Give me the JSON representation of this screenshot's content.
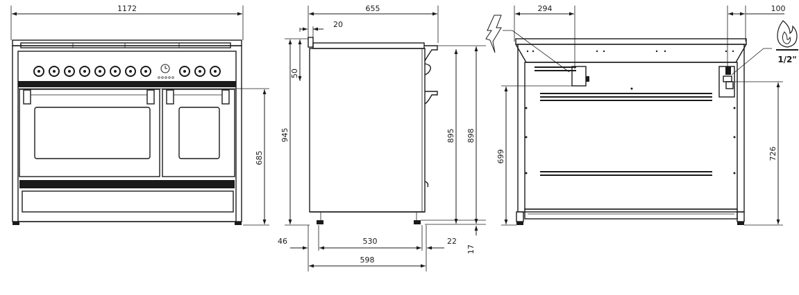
{
  "front_view": {
    "width_label": "1172",
    "door_height_label": "685"
  },
  "side_view": {
    "depth_label": "655",
    "top_offset_label": "20",
    "control_height_label": "50",
    "total_height_label": "945",
    "cooktop_height_label": "895",
    "max_height_label": "898",
    "body_depth_label": "530",
    "front_offset_label": "46",
    "rear_offset_label": "22",
    "foot_height_label": "17",
    "overall_depth_label": "598"
  },
  "rear_view": {
    "electric_position_label": "294",
    "gas_position_label": "100",
    "electric_height_label": "699",
    "gas_height_label": "726",
    "gas_fitting_label": "1/2\""
  },
  "icons": {
    "electric": "lightning-icon",
    "gas": "flame-icon"
  }
}
